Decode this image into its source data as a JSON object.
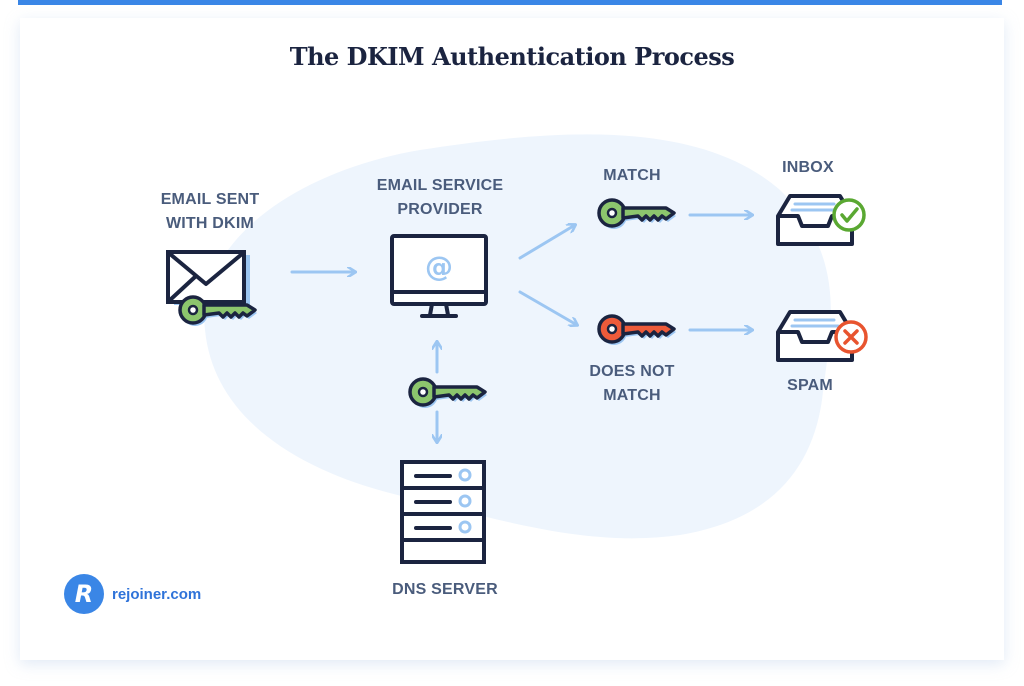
{
  "title": "The DKIM Authentication Process",
  "nodes": {
    "email_sent": "EMAIL SENT\nWITH DKIM",
    "esp": "EMAIL SERVICE\nPROVIDER",
    "match": "MATCH",
    "no_match": "DOES NOT\nMATCH",
    "inbox": "INBOX",
    "spam": "SPAM",
    "dns": "DNS SERVER"
  },
  "icons": {
    "email": "envelope-icon",
    "esp": "monitor-at-icon",
    "dns": "server-icon",
    "inbox": "inbox-tray-icon",
    "spam": "inbox-tray-icon",
    "key": "key-icon",
    "check": "check-circle-icon",
    "x": "x-circle-icon"
  },
  "colors": {
    "accent": "#3a86e6",
    "arrow": "#9cc6f2",
    "outline": "#1b2440",
    "key_green": "#8cc56d",
    "key_red": "#ee5b3a",
    "check_green": "#5aa832",
    "x_red": "#e8542f",
    "blob": "#eef5fd",
    "label": "#4a5c7c"
  },
  "logo": {
    "mark": "R",
    "text": "rejoiner.com"
  }
}
